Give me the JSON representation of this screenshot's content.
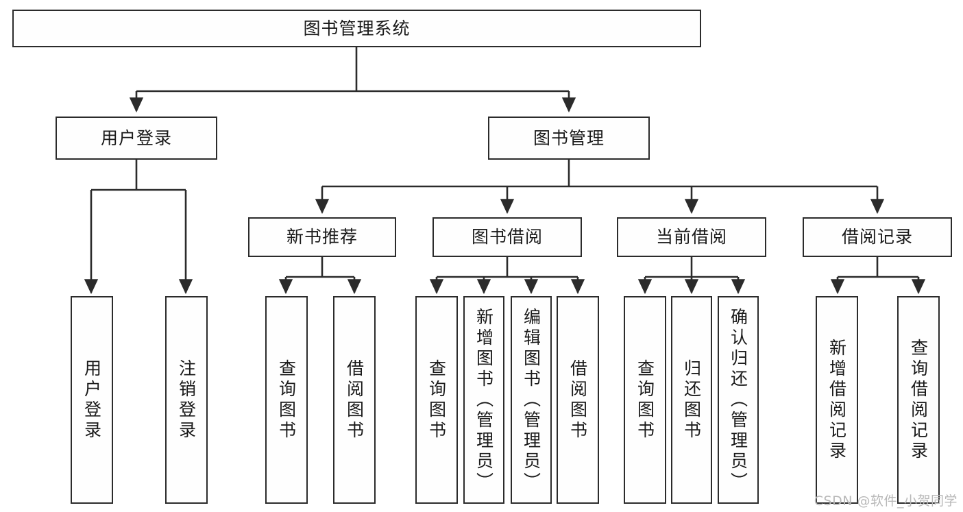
{
  "diagram": {
    "type": "tree",
    "title": "图书管理系统",
    "style": {
      "box_border_color": "#2b2b2b",
      "box_fill_color": "#fefefe",
      "edge_color": "#2b2b2b",
      "text_color": "#1a1a1a",
      "background": "#ffffff",
      "watermark_color": "#b8b8b8"
    },
    "root": {
      "label": "图书管理系统"
    },
    "level2": [
      {
        "label": "用户登录"
      },
      {
        "label": "图书管理"
      }
    ],
    "level3": [
      {
        "label": "新书推荐"
      },
      {
        "label": "图书借阅"
      },
      {
        "label": "当前借阅"
      },
      {
        "label": "借阅记录"
      }
    ],
    "leaves": {
      "user_login": [
        {
          "label": "用户登录"
        },
        {
          "label": "注销登录"
        }
      ],
      "new_book_recommend": [
        {
          "label": "查询图书"
        },
        {
          "label": "借阅图书"
        }
      ],
      "book_borrow": [
        {
          "label": "查询图书"
        },
        {
          "label": "新增图书（管理员）"
        },
        {
          "label": "编辑图书（管理员）"
        },
        {
          "label": "借阅图书"
        }
      ],
      "current_borrow": [
        {
          "label": "查询图书"
        },
        {
          "label": "归还图书"
        },
        {
          "label": "确认归还（管理员）"
        }
      ],
      "borrow_record": [
        {
          "label": "新增借阅记录"
        },
        {
          "label": "查询借阅记录"
        }
      ]
    }
  },
  "watermark": {
    "text": "CSDN @软件_小贺同学"
  }
}
